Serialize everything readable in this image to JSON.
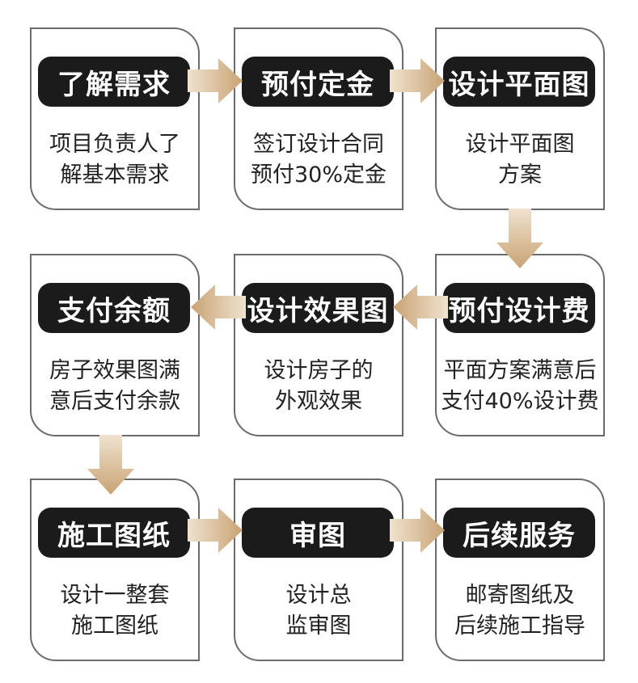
{
  "accent_color": "#d3b48a",
  "pill_color": "#1b1b1b",
  "steps": [
    {
      "title": "了解需求",
      "desc": [
        "项目负责人了",
        "解基本需求"
      ]
    },
    {
      "title": "预付定金",
      "desc": [
        "签订设计合同",
        "预付30%定金"
      ]
    },
    {
      "title": "设计平面图",
      "desc": [
        "设计平面图",
        "方案"
      ]
    },
    {
      "title": "预付设计费",
      "desc": [
        "平面方案满意后",
        "支付40%设计费"
      ]
    },
    {
      "title": "设计效果图",
      "desc": [
        "设计房子的",
        "外观效果"
      ]
    },
    {
      "title": "支付余额",
      "desc": [
        "房子效果图满",
        "意后支付余款"
      ]
    },
    {
      "title": "施工图纸",
      "desc": [
        "设计一整套",
        "施工图纸"
      ]
    },
    {
      "title": "审图",
      "desc": [
        "设计总",
        "监审图"
      ]
    },
    {
      "title": "后续服务",
      "desc": [
        "邮寄图纸及",
        "后续施工指导"
      ]
    }
  ]
}
